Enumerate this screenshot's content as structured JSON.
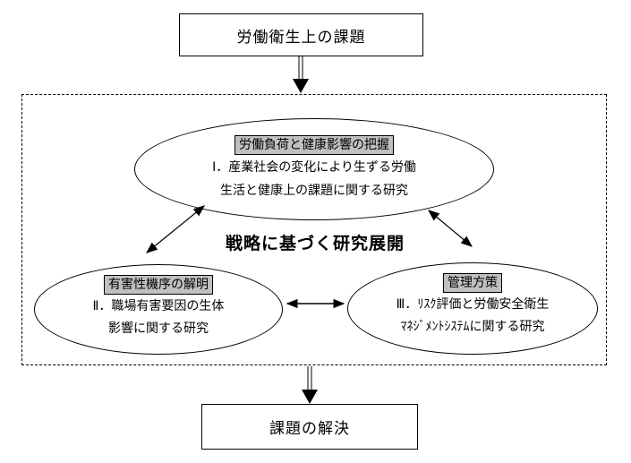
{
  "flow": {
    "top_box_label": "労働衛生上の課題",
    "bottom_box_label": "課題の解決"
  },
  "strategy": {
    "center_title": "戦略に基づく研究展開",
    "nodes": [
      {
        "header": "労働負荷と健康影響の把握",
        "lines": [
          "Ⅰ．産業社会の変化により生ずる労働",
          "生活と健康上の課題に関する研究"
        ]
      },
      {
        "header": "有害性機序の解明",
        "lines": [
          "Ⅱ．職場有害要因の生体",
          "影響に関する研究"
        ]
      },
      {
        "header": "管理方策",
        "lines": [
          "Ⅲ．ﾘｽｸ評価と労働安全衛生",
          "ﾏﾈｼﾞﾒﾝﾄｼｽﾃﾑに関する研究"
        ]
      }
    ]
  },
  "icons": {
    "down_arrow_top": "double-line down arrow",
    "down_arrow_bottom": "double-line down arrow",
    "link_workload_hazard": "two-way diagonal arrow",
    "link_workload_management": "two-way diagonal arrow",
    "link_hazard_management": "two-way horizontal arrow"
  },
  "colors": {
    "badge_bg": "#c0c0c0",
    "line": "#000000",
    "background": "#ffffff"
  }
}
